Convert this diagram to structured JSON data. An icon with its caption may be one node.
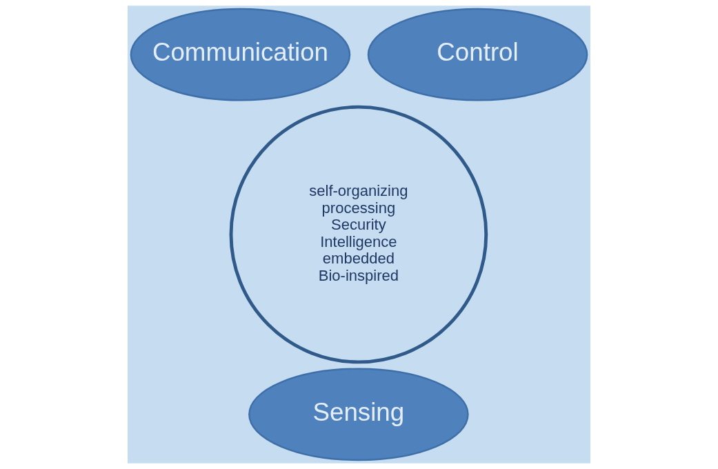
{
  "diagram": {
    "nodes": [
      {
        "text": [
          "Communication"
        ]
      },
      {
        "text": [
          "Control"
        ]
      },
      {
        "text": [
          "self-organizing",
          "processing",
          "Security",
          "Intelligence",
          "embedded",
          "Bio-inspired"
        ]
      },
      {
        "text": [
          "Sensing"
        ]
      }
    ]
  }
}
